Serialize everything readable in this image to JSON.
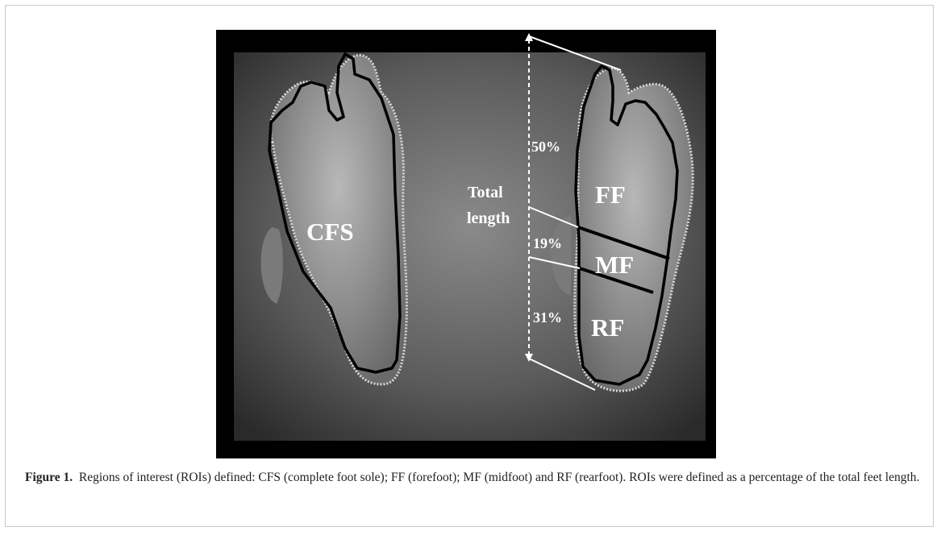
{
  "figure": {
    "labels": {
      "cfs": "CFS",
      "ff": "FF",
      "mf": "MF",
      "rf": "RF",
      "total_length_line1": "Total",
      "total_length_line2": "length",
      "pct_forefoot": "50%",
      "pct_midfoot": "19%",
      "pct_rearfoot": "31%"
    }
  },
  "caption": {
    "label": "Figure 1.",
    "text": "Regions of interest (ROIs) defined: CFS (complete foot sole); FF (forefoot); MF (midfoot) and RF (rearfoot). ROIs were defined as a percentage of the total feet length."
  }
}
